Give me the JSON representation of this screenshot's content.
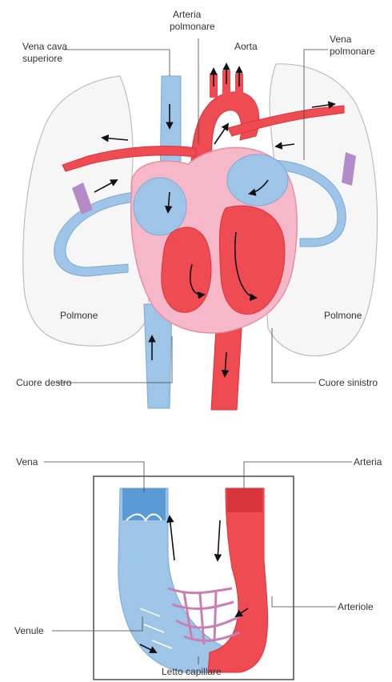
{
  "labels": {
    "arteria_polmonare_l1": "Arteria",
    "arteria_polmonare_l2": "polmonare",
    "vena_cava_l1": "Vena cava",
    "vena_cava_l2": "superiore",
    "aorta": "Aorta",
    "vena_polmonare_l1": "Vena",
    "vena_polmonare_l2": "polmonare",
    "polmone_left": "Polmone",
    "polmone_right": "Polmone",
    "cuore_destro": "Cuore destro",
    "cuore_sinistro": "Cuore sinistro",
    "vena": "Vena",
    "arteria": "Arteria",
    "arteriole": "Arteriole",
    "venule": "Venule",
    "letto_capillare": "Letto capillare"
  },
  "colors": {
    "venous_blue": "#9ec5e8",
    "venous_blue_dark": "#5b9bd5",
    "arterial_red": "#ef4b52",
    "arterial_red_dark": "#d8343c",
    "heart_pink": "#f6b7c8",
    "purple_transition": "#b58ac9",
    "lung_outline": "#bdbdbd",
    "leader_line": "#444444"
  }
}
